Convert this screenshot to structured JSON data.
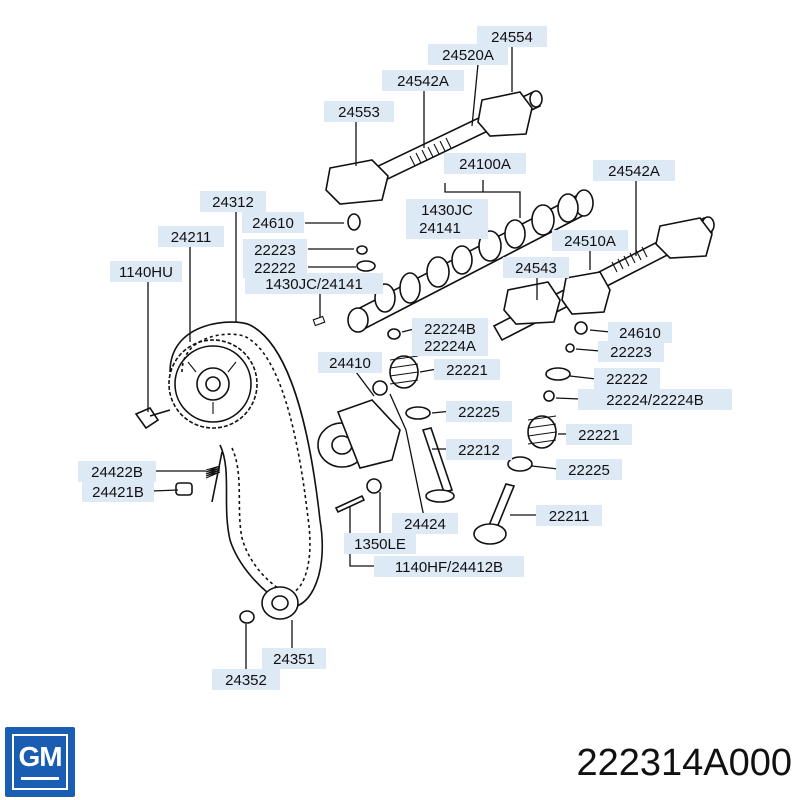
{
  "labels": [
    "24554",
    "24520A",
    "24542A",
    "24553",
    "24100A",
    "24542A",
    "24312",
    "24610",
    "1430JC",
    "24141",
    "24211",
    "22223",
    "22222",
    "1430JC/24141",
    "24510A",
    "1140HU",
    "24543",
    "22224B",
    "22224A",
    "24610",
    "22223",
    "24410",
    "22221",
    "22222",
    "22224/22224B",
    "22225",
    "22212",
    "22221",
    "24422B",
    "24421B",
    "22225",
    "22211",
    "24424",
    "1350LE",
    "1140HF/24412B",
    "24351",
    "24352"
  ],
  "part_number": "222314A000",
  "logo_text": "GM",
  "colors": {
    "label_bg": "#dde9f5",
    "logo_blue": "#1a5eb3",
    "ink": "#111111"
  }
}
